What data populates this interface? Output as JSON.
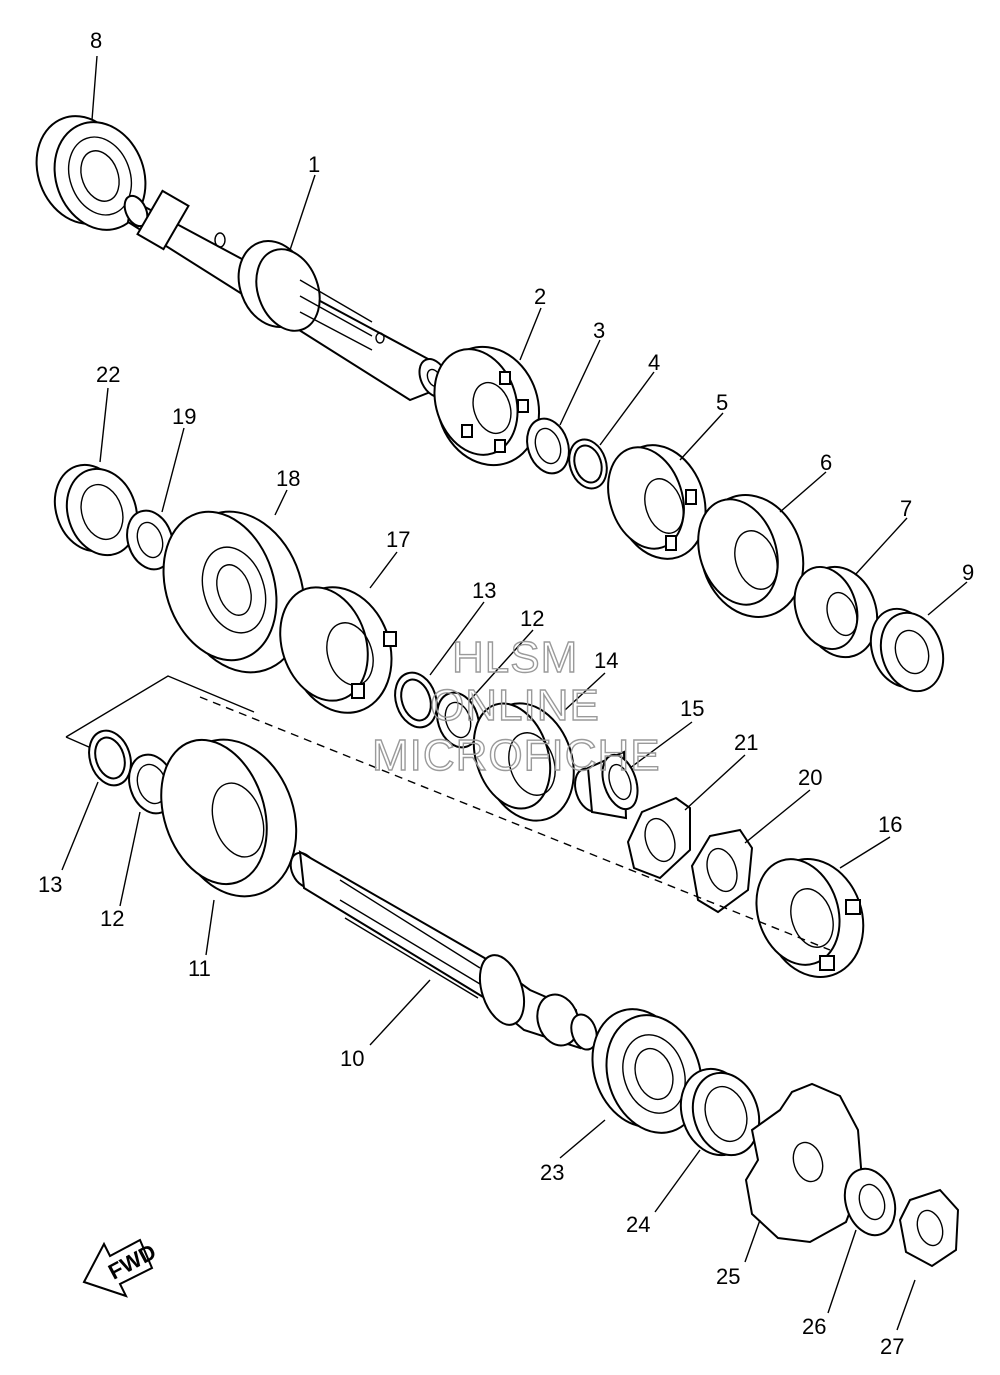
{
  "labels": {
    "p1": "1",
    "p2": "2",
    "p3": "3",
    "p4": "4",
    "p5": "5",
    "p6": "6",
    "p7": "7",
    "p8": "8",
    "p9": "9",
    "p10": "10",
    "p11": "11",
    "p12a": "12",
    "p12b": "12",
    "p13a": "13",
    "p13b": "13",
    "p14": "14",
    "p15": "15",
    "p16": "16",
    "p17": "17",
    "p18": "18",
    "p19": "19",
    "p20": "20",
    "p21": "21",
    "p22": "22",
    "p23": "23",
    "p24": "24",
    "p25": "25",
    "p26": "26",
    "p27": "27"
  },
  "watermark": {
    "line1": "HLSM",
    "line2": "ONLINE",
    "line3": "MICROFICHE"
  },
  "fwd_arrow": {
    "text": "FWD",
    "icon": "fwd-arrow-icon"
  },
  "colors": {
    "ink": "#000000",
    "watermark": "#9a9a9a",
    "paper": "#ffffff"
  }
}
